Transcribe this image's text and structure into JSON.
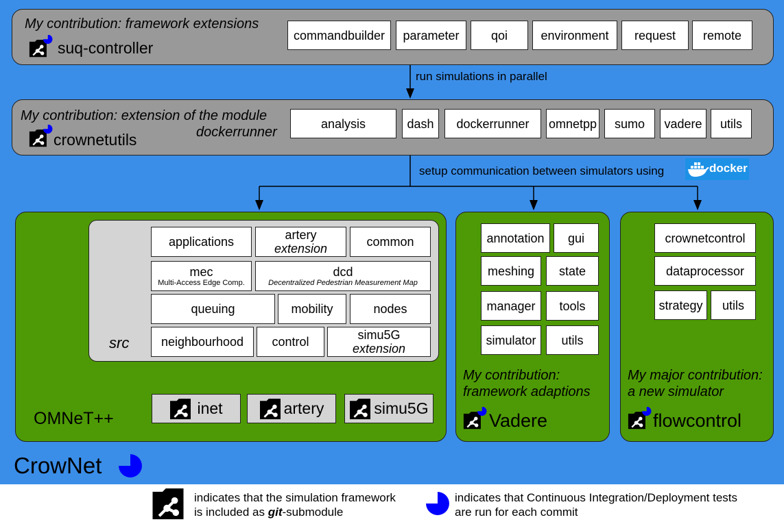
{
  "suq": {
    "contribution": "My contribution: framework extensions",
    "name": "suq-controller",
    "modules": [
      "commandbuilder",
      "parameter",
      "qoi",
      "environment",
      "request",
      "remote"
    ]
  },
  "arrow1_label": "run simulations in parallel",
  "crownetutils": {
    "contribution_line1": "My contribution: extension of the module",
    "contribution_line2": "dockerrunner",
    "name": "crownetutils",
    "modules": [
      "analysis",
      "dash",
      "dockerrunner",
      "omnetpp",
      "sumo",
      "vadere",
      "utils"
    ]
  },
  "arrow2_label": "setup communication between simulators using",
  "docker_logo_text": "docker",
  "omnetpp": {
    "name": "OMNeT++",
    "src_label": "src",
    "modules": {
      "applications": "applications",
      "artery": "artery",
      "artery_ext": "extension",
      "common": "common",
      "mec": "mec",
      "mec_sub": "Multi-Access Edge Comp.",
      "dcd": "dcd",
      "dcd_sub": "Decentralized Pedestrian Measurement Map",
      "queuing": "queuing",
      "mobility": "mobility",
      "nodes": "nodes",
      "neighbourhood": "neighbourhood",
      "control": "control",
      "simu5g": "simu5G",
      "simu5g_ext": "extension"
    },
    "submodules": [
      "inet",
      "artery",
      "simu5G"
    ]
  },
  "vadere": {
    "modules": [
      "annotation",
      "gui",
      "meshing",
      "state",
      "manager",
      "tools",
      "simulator",
      "utils"
    ],
    "contribution_line1": "My contribution:",
    "contribution_line2": "framework adaptions",
    "name": "Vadere"
  },
  "flowcontrol": {
    "modules": [
      "crownetcontrol",
      "dataprocessor",
      "strategy",
      "utils"
    ],
    "contribution_line1": "My major contribution:",
    "contribution_line2": "a new simulator",
    "name": "flowcontrol"
  },
  "crownet_name": "CrowNet",
  "legend": {
    "git_line1": "indicates that the simulation framework",
    "git_line2_pre": "is included as ",
    "git_line2_bold": "git",
    "git_line2_post": "-submodule",
    "ci_line1": "indicates that Continuous Integration/Deployment tests",
    "ci_line2": "are run for each commit"
  },
  "colors": {
    "background": "#3b8ee8",
    "gray_panel": "#999999",
    "green_panel": "#4e9a06",
    "ci_icon": "#0000ff"
  },
  "icons": [
    "git-submodule-icon",
    "ci-pie-icon",
    "docker-logo-icon"
  ]
}
